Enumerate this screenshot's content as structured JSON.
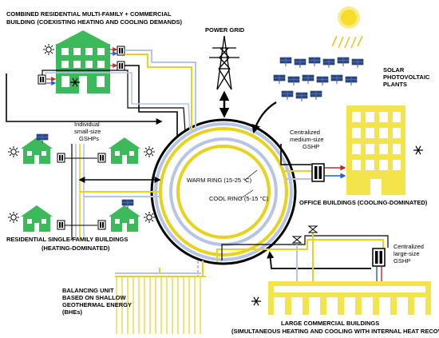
{
  "labels": {
    "mixed_line1": "COMBINED RESIDENTIAL MULTI-FAMILY + COMMERCIAL",
    "mixed_line2": "BUILDING (COEXISTING HEATING AND COOLING DEMANDS)",
    "power_grid": "POWER GRID",
    "solar_line1": "SOLAR",
    "solar_line2": "PHOTOVOLTAIC",
    "solar_line3": "PLANTS",
    "small_gshp_1": "Individual",
    "small_gshp_2": "small-size",
    "small_gshp_3": "GSHPs",
    "medium_gshp_1": "Centralized",
    "medium_gshp_2": "medium-size",
    "medium_gshp_3": "GSHP",
    "warm_ring": "WARM RING (15-25 °C)",
    "cool_ring": "COOL RING (5-15 °C)",
    "office": "OFFICE BUILDINGS (COOLING-DOMINATED)",
    "residential_line1": "RESIDENTIAL SINGLE-FAMILY BUILDINGS",
    "residential_line2": "(HEATING-DOMINATED)",
    "large_gshp_1": "Centralized",
    "large_gshp_2": "large-size",
    "large_gshp_3": "GSHP",
    "balancing_1": "BALANCING UNIT",
    "balancing_2": "BASED ON SHALLOW",
    "balancing_3": "GEOTHERMAL ENERGY",
    "balancing_4": "(BHEs)",
    "commercial_line1": "LARGE COMMERCIAL BUILDINGS",
    "commercial_line2": "(SIMULTANEOUS HEATING AND COOLING WITH INTERNAL HEAT RECOVERY)"
  },
  "colors": {
    "warm": "#e8d21e",
    "cool": "#b6c5e6",
    "green": "#3cb95a",
    "yellow_building": "#f2e44a",
    "sun": "#f5dd2a",
    "line": "#000000",
    "hot_arrow": "#c62828",
    "cold_arrow": "#1e5fd6",
    "panel": "#2c4a8a"
  },
  "icons": [
    "snowflake-icon",
    "sun-icon",
    "heat-pump-icon",
    "valve-icon",
    "transmission-tower-icon"
  ]
}
